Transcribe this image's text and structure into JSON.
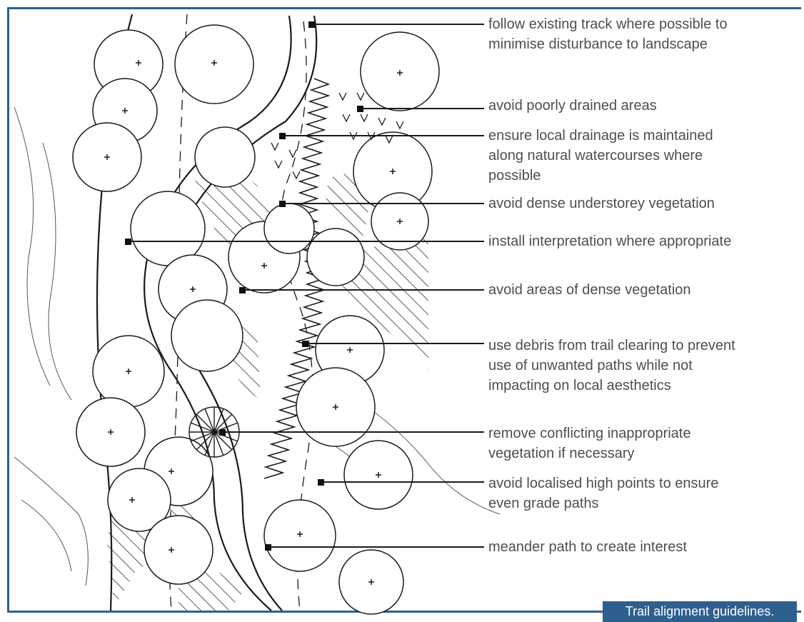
{
  "callouts": [
    {
      "id": "existing-track",
      "text": "follow existing track where possible to\nminimise disturbance to landscape"
    },
    {
      "id": "poorly-drained",
      "text": "avoid poorly drained areas"
    },
    {
      "id": "local-drainage",
      "text": "ensure local drainage is maintained\nalong natural watercourses where\npossible"
    },
    {
      "id": "dense-understorey",
      "text": "avoid dense understorey vegetation"
    },
    {
      "id": "interpretation",
      "text": "install interpretation where appropriate"
    },
    {
      "id": "dense-vegetation",
      "text": "avoid areas of dense vegetation"
    },
    {
      "id": "debris",
      "text": "use debris from trail clearing to prevent\nuse of unwanted paths while not\nimpacting on local aesthetics"
    },
    {
      "id": "remove-vegetation",
      "text": "remove conflicting inappropriate\nvegetation if necessary"
    },
    {
      "id": "high-points",
      "text": "avoid localised high points to ensure\neven grade paths"
    },
    {
      "id": "meander",
      "text": "meander path to create interest"
    }
  ],
  "caption": "Trail alignment guidelines.",
  "colors": {
    "frame": "#2f5f8f",
    "text": "#4a4f55",
    "ink": "#1a1a1a"
  }
}
